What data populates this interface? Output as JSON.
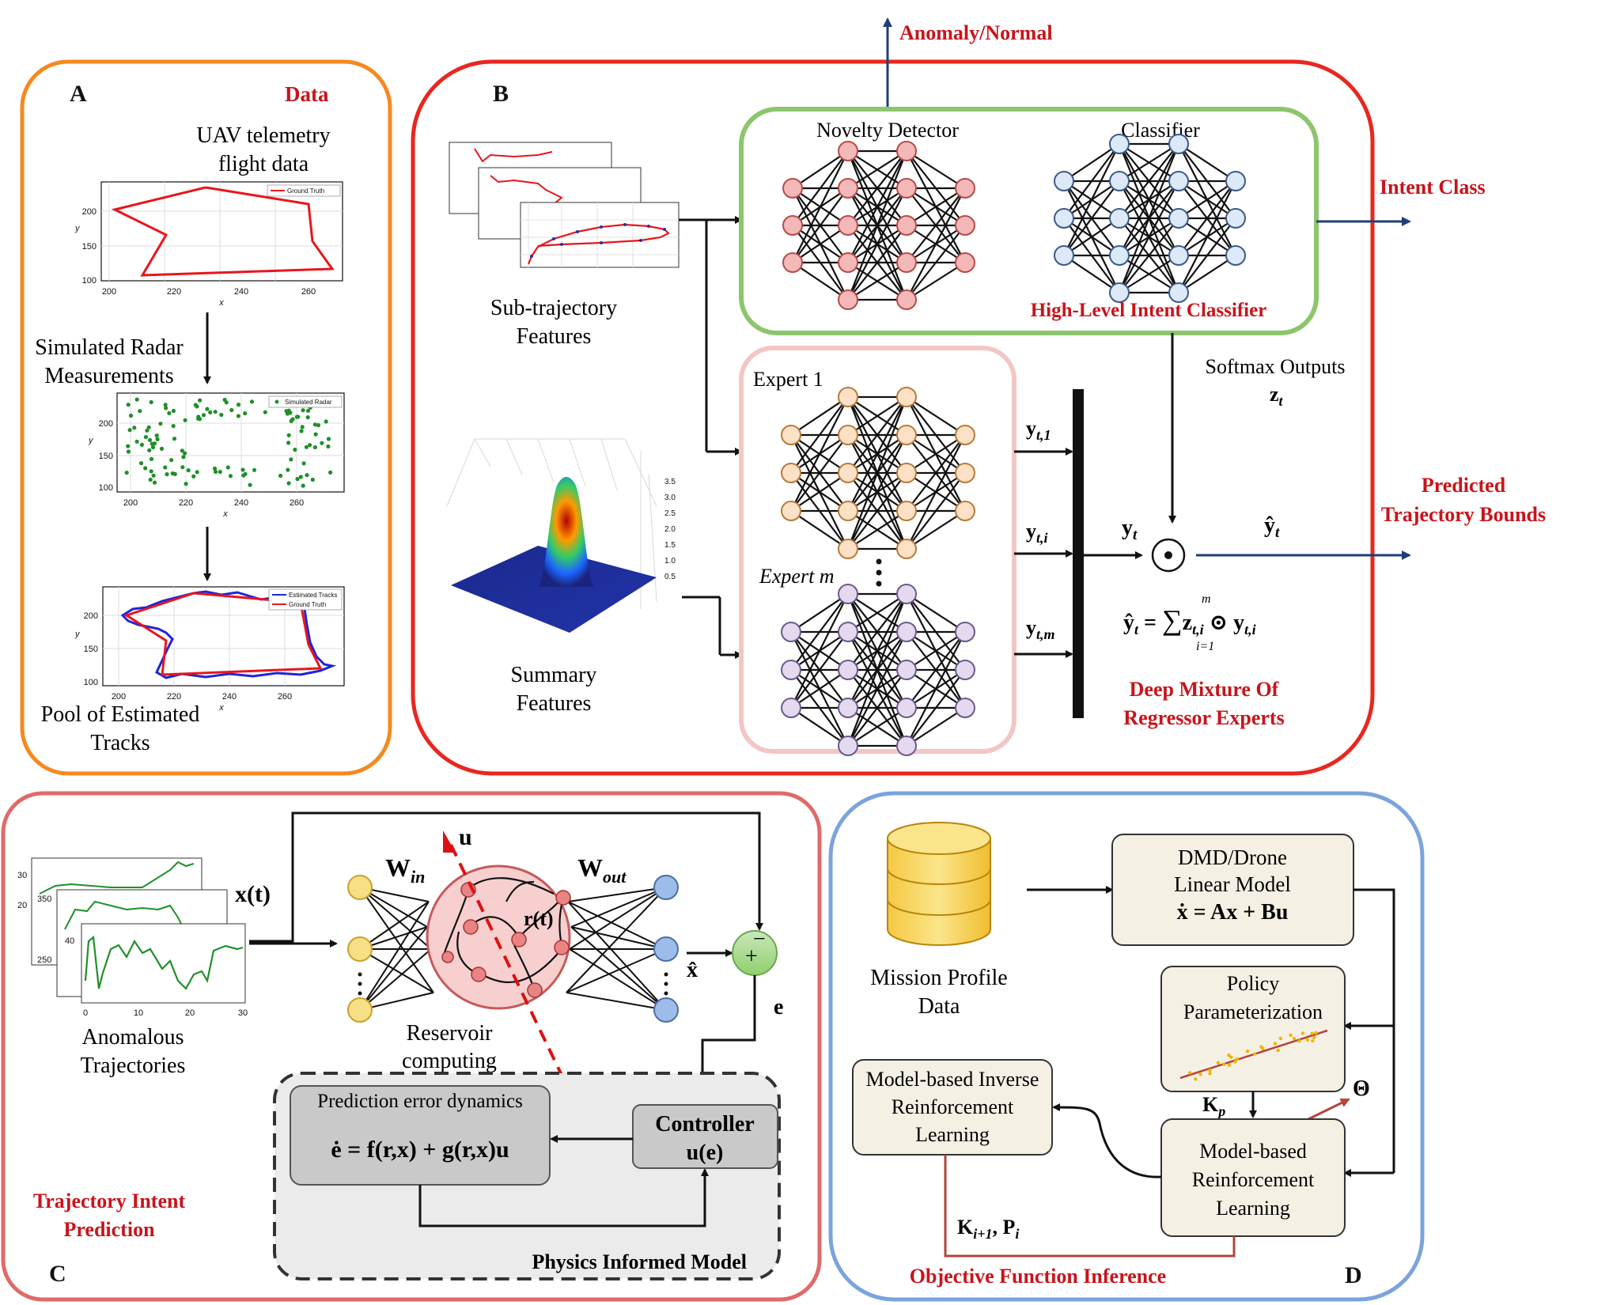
{
  "colors": {
    "panel_a": "#f5891f",
    "panel_b": "#e8271f",
    "panel_c": "#e06a6a",
    "panel_d": "#7ba3dd",
    "classifier_box": "#8dc56c",
    "experts_box": "#f3c6c6",
    "accent_red": "#c8141b",
    "arrow_blue": "#1f3d7a",
    "node_red": "#f4b8b8",
    "node_blue": "#dde9f7",
    "node_orange": "#fde1c6",
    "node_purple": "#e5d9ef"
  },
  "panel_a": {
    "letter": "A",
    "title": "Data",
    "caption_1_line1": "UAV telemetry",
    "caption_1_line2": "flight data",
    "caption_2_line1": "Simulated Radar",
    "caption_2_line2": "Measurements",
    "caption_3_line1": "Pool of Estimated",
    "caption_3_line2": "Tracks",
    "plot1_legend": "Ground Truth",
    "plot2_legend": "Simulated Radar",
    "plot3_legend_1": "Estimated Tracks",
    "plot3_legend_2": "Ground Truth",
    "xlabel": "x",
    "ylabel": "y",
    "x_ticks": [
      "200",
      "220",
      "240",
      "260"
    ],
    "y_ticks": [
      "200",
      "150",
      "100"
    ]
  },
  "panel_b": {
    "letter": "B",
    "output_top": "Anomaly/Normal",
    "novelty_detector": "Novelty Detector",
    "classifier": "Classifier",
    "classifier_title": "High-Level Intent Classifier",
    "intent_class": "Intent Class",
    "subtraj_line1": "Sub-trajectory",
    "subtraj_line2": "Features",
    "summary_line1": "Summary",
    "summary_line2": "Features",
    "expert_1": "Expert 1",
    "expert_m": "Expert m",
    "softmax_line1": "Softmax Outputs",
    "softmax_line2": "z",
    "y_t1": "y",
    "y_ti": "y",
    "y_tm": "y",
    "y_t": "y",
    "y_hat": "ŷ",
    "predicted_line1": "Predicted",
    "predicted_line2": "Trajectory Bounds",
    "formula": "ŷ",
    "experts_title_line1": "Deep Mixture Of",
    "experts_title_line2": "Regressor Experts"
  },
  "panel_c": {
    "letter": "C",
    "x_t": "x(t)",
    "w_in": "W",
    "w_out": "W",
    "u": "u",
    "r_t": "r(t)",
    "x_hat": "x̂",
    "e": "e",
    "anomalous_line1": "Anomalous",
    "anomalous_line2": "Trajectories",
    "reservoir_line1": "Reservoir",
    "reservoir_line2": "computing",
    "pred_err_title": "Prediction error dynamics",
    "pred_err_eq": "ė = f(r,x) + g(r,x)u",
    "controller_line1": "Controller",
    "controller_line2": "u(e)",
    "physics_model": "Physics Informed Model",
    "title_line1": "Trajectory Intent",
    "title_line2": "Prediction"
  },
  "panel_d": {
    "letter": "D",
    "mission_line1": "Mission Profile",
    "mission_line2": "Data",
    "dmd_line1": "DMD/Drone",
    "dmd_line2": "Linear Model",
    "dmd_eq": "ẋ = Ax + Bu",
    "policy_line1": "Policy",
    "policy_line2": "Parameterization",
    "kp": "K",
    "theta": "Θ",
    "mbirl_line1": "Model-based Inverse",
    "mbirl_line2": "Reinforcement",
    "mbirl_line3": "Learning",
    "mbrl_line1": "Model-based",
    "mbrl_line2": "Reinforcement",
    "mbrl_line3": "Learning",
    "kp_label": "K",
    "title": "Objective Function Inference"
  }
}
